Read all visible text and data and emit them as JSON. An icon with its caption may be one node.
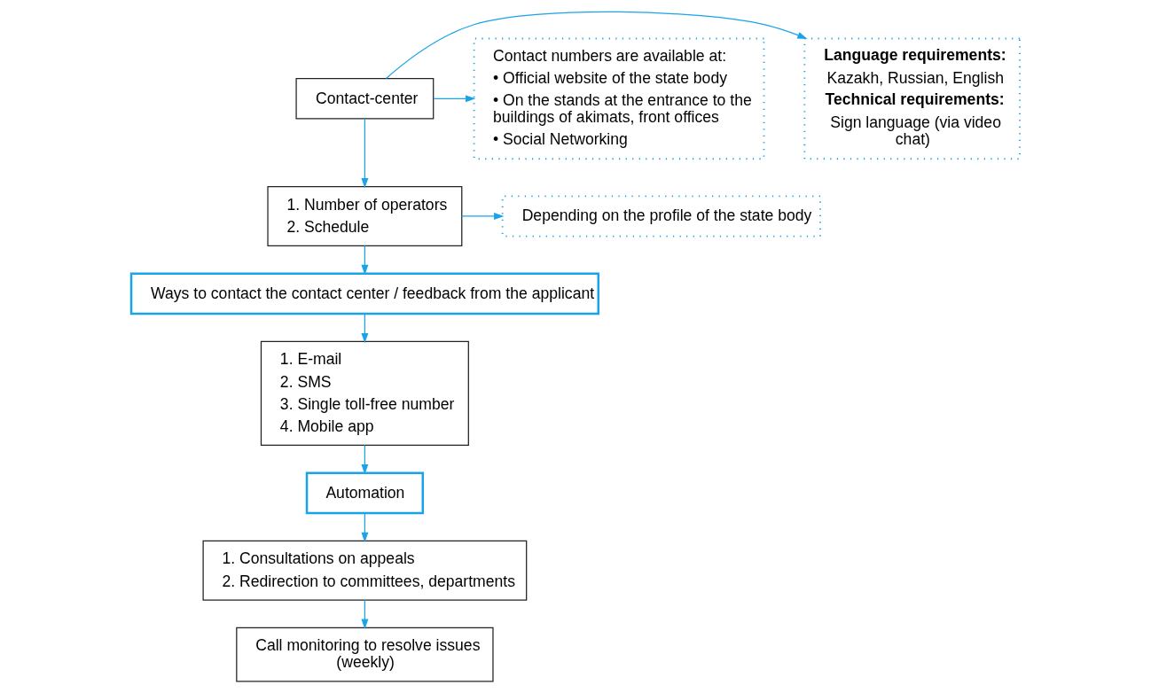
{
  "diagram": {
    "nodes": [
      {
        "text": [
          "Language requirements:",
          "Kazakh, Russian, English",
          "Technical requirements:",
          "Sign language (via video chat)"
        ]
      },
      {
        "text": [
          "Contact-center"
        ]
      },
      {
        "text": [
          "Contact numbers are available at:",
          "• Official website of the state body",
          "• On the stands at the entrance to the buildings of akimats, front offices",
          "• Social Networking"
        ]
      },
      {
        "text": [
          "1. Number of operators",
          "2. Schedule"
        ]
      },
      {
        "text": [
          "Depending on the profile of the state body"
        ]
      },
      {
        "text": [
          "Ways to contact the contact center / feedback from the applicant"
        ]
      },
      {
        "text": [
          "1. E-mail",
          "2. SMS",
          "3. Single toll-free number",
          "4. Mobile app"
        ]
      },
      {
        "text": [
          "Automation"
        ]
      },
      {
        "text": [
          "1. Consultations on appeals",
          "2. Redirection to committees, departments"
        ]
      },
      {
        "text": [
          "Call monitoring to resolve issues (weekly)"
        ]
      }
    ],
    "edges": [
      {
        "from": 1,
        "to": 0,
        "arrow": "to"
      },
      {
        "from": 1,
        "to": 2,
        "arrow": "to"
      },
      {
        "from": 1,
        "to": 3,
        "arrow": "to"
      },
      {
        "from": 3,
        "to": 4,
        "arrow": "to"
      },
      {
        "from": 3,
        "to": 5,
        "arrow": "to"
      },
      {
        "from": 5,
        "to": 6,
        "arrow": "to"
      },
      {
        "from": 6,
        "to": 7,
        "arrow": "to"
      },
      {
        "from": 7,
        "to": 8,
        "arrow": "to"
      },
      {
        "from": 8,
        "to": 9,
        "arrow": "to"
      }
    ]
  }
}
